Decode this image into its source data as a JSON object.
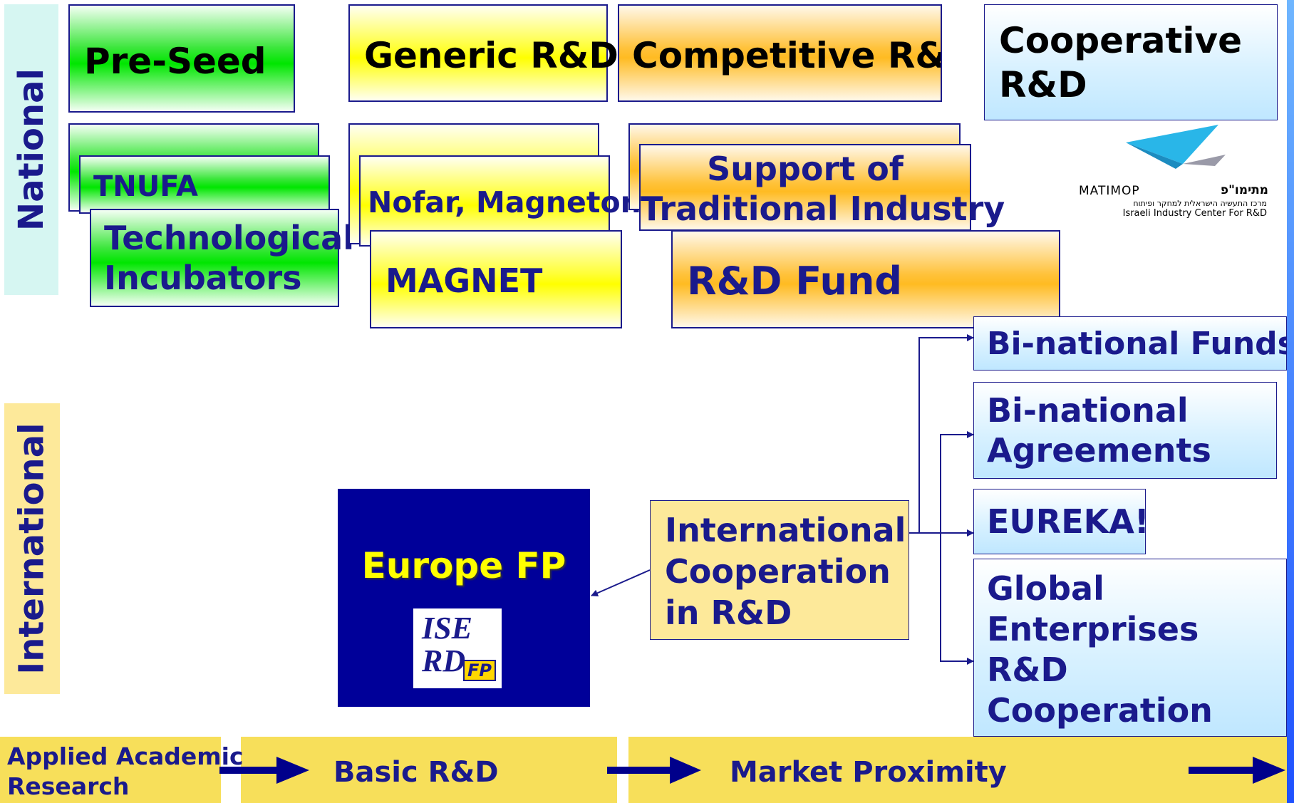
{
  "side_labels": {
    "national": "National",
    "international": "International"
  },
  "national": {
    "headers": {
      "pre_seed": "Pre-Seed",
      "generic": "Generic R&D",
      "competitive": "Competitive R&D",
      "cooperative_line1": "Cooperative",
      "cooperative_line2": "R&D"
    },
    "programs": {
      "tnufa": "TNUFA",
      "incubators_line1": "Technological",
      "incubators_line2": "Incubators",
      "nofar_magneton": "Nofar, Magneton",
      "magnet": "MAGNET",
      "traditional_line1": "Support of",
      "traditional_line2": "Traditional Industry",
      "rd_fund": "R&D Fund"
    },
    "logo": {
      "hebrew": "מתימו\"פ",
      "latin": "MATIMOP",
      "hebrew_sub": "מרכז התעשיה הישראלית למחקר ופיתוח",
      "english_sub": "Israeli Industry Center For R&D"
    }
  },
  "international": {
    "europe_fp": "Europe FP",
    "iserd_logo": {
      "line1": "ISE",
      "line2": "RD",
      "badge": "FP"
    },
    "cooperation_line1": "International",
    "cooperation_line2": "Cooperation",
    "cooperation_line3": "in R&D",
    "targets": {
      "binational_funds": "Bi-national Funds",
      "binational_agreements_line1": "Bi-national",
      "binational_agreements_line2": "Agreements",
      "eureka": "EUREKA!",
      "global_line1": "Global",
      "global_line2": "Enterprises",
      "global_line3": "R&D",
      "global_line4": "Cooperation"
    }
  },
  "timeline": {
    "applied_line1": "Applied Academic",
    "applied_line2": "Research",
    "basic": "Basic R&D",
    "market": "Market Proximity"
  },
  "colors": {
    "navy": "#1a1a8c",
    "europe_bg": "#000099",
    "europe_text": "#ffff00",
    "national_band": "#d6f6f2",
    "international_band": "#fde99a",
    "timeline_band": "#f7df5a"
  }
}
